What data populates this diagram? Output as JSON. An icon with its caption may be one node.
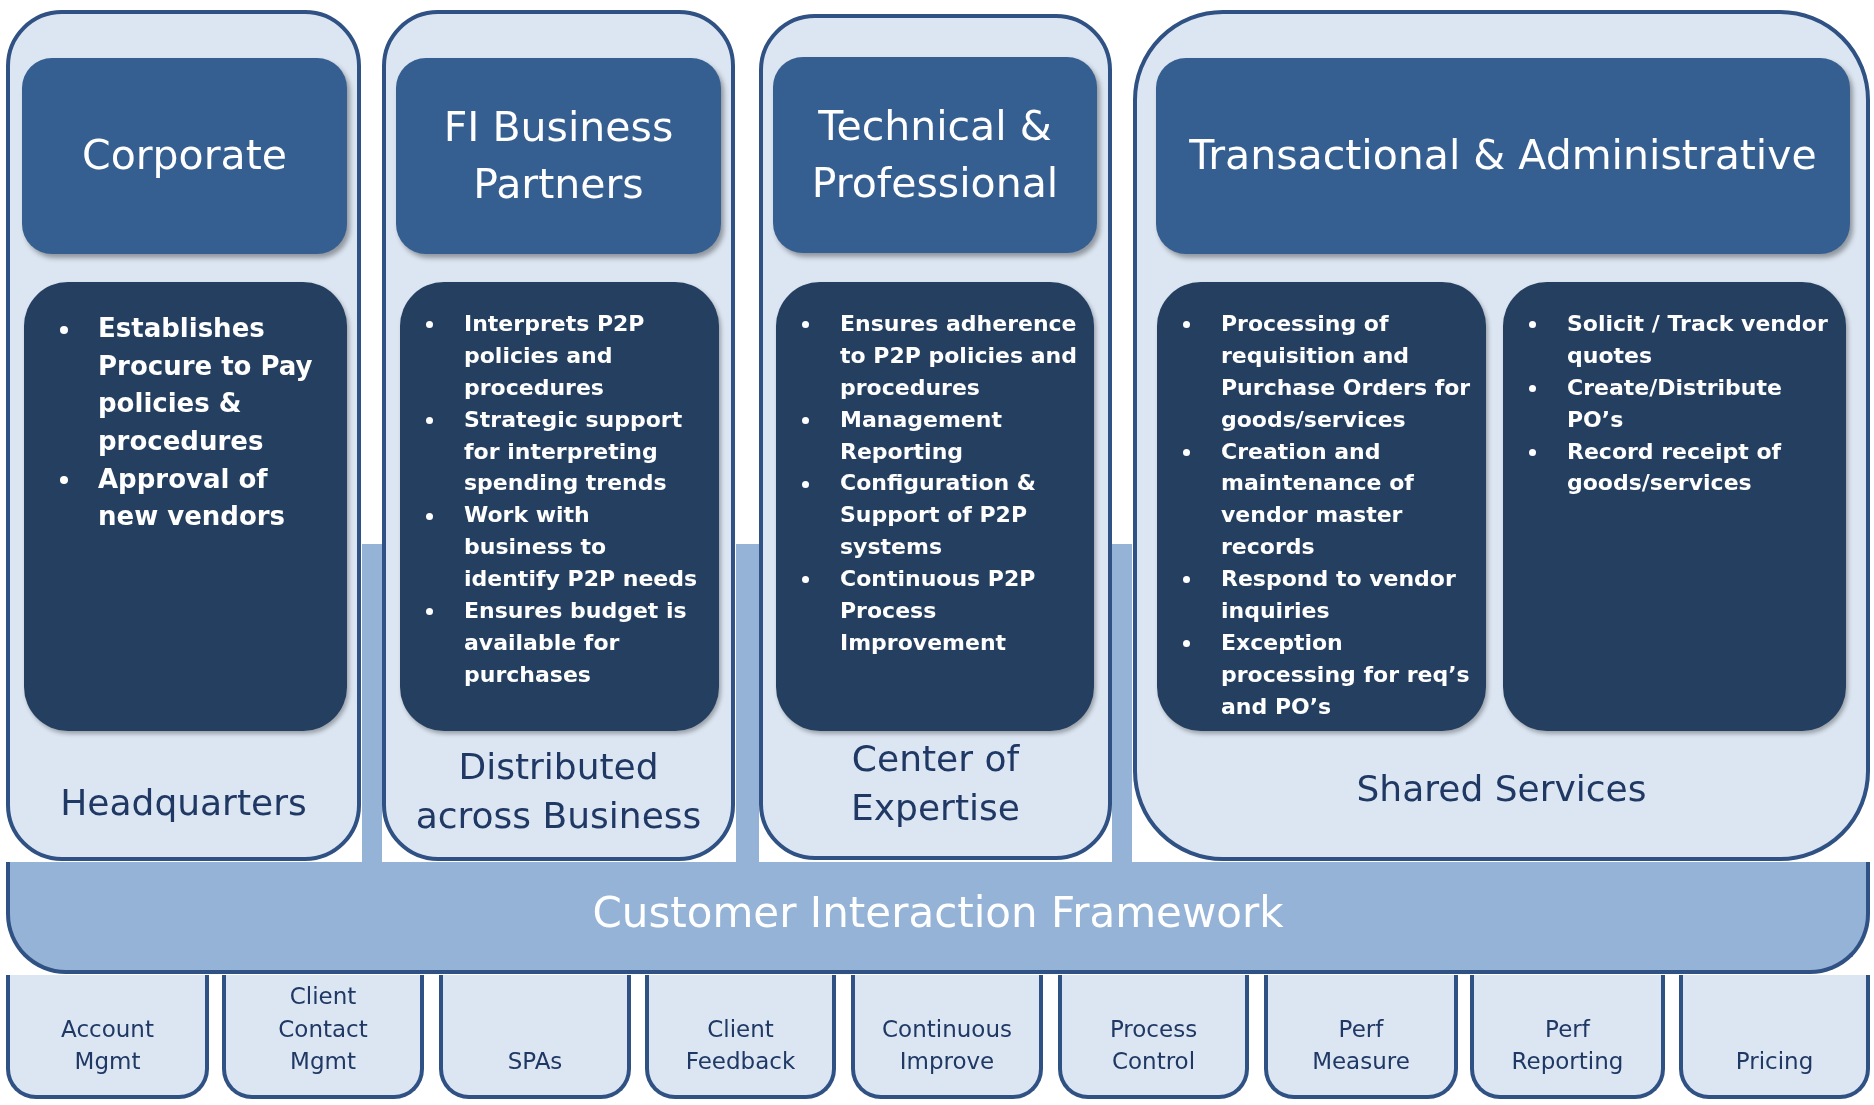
{
  "diagram": {
    "nodes": [
      {
        "text": [
          "Headquarters"
        ]
      },
      {
        "text": [
          "Corporate"
        ],
        "in": 0
      },
      {
        "text": [
          "Establishes Procure to Pay policies & procedures",
          "Approval of new vendors"
        ],
        "in": 0
      },
      {
        "text": [
          "Distributed across Business"
        ]
      },
      {
        "text": [
          "FI Business Partners"
        ],
        "in": 3
      },
      {
        "text": [
          "Interprets P2P policies and procedures",
          "Strategic support for interpreting spending trends",
          "Work with business to identify P2P needs",
          "Ensures budget is available for purchases"
        ],
        "in": 3
      },
      {
        "text": [
          "Center of Expertise"
        ]
      },
      {
        "text": [
          "Technical & Professional"
        ],
        "in": 6
      },
      {
        "text": [
          "Ensures adherence to P2P policies and procedures",
          "Management Reporting",
          "Configuration & Support of P2P systems",
          "Continuous P2P Process Improvement"
        ],
        "in": 6
      },
      {
        "text": [
          "Shared Services"
        ]
      },
      {
        "text": [
          "Transactional & Administrative"
        ],
        "in": 9
      },
      {
        "text": [
          "Processing of requisition and Purchase Orders for goods/services",
          "Creation and maintenance of vendor master records",
          "Respond to vendor inquiries",
          "Exception processing for req’s and PO’s"
        ],
        "in": 9
      },
      {
        "text": [
          "Solicit / Track vendor quotes",
          "Create/Distribute PO’s",
          "Record receipt of goods/services"
        ],
        "in": 9
      },
      {
        "text": [
          "Customer Interaction Framework"
        ]
      },
      {
        "text": [
          "Account Mgmt"
        ]
      },
      {
        "text": [
          "Client Contact Mgmt"
        ]
      },
      {
        "text": [
          "SPAs"
        ]
      },
      {
        "text": [
          "Client Feedback"
        ]
      },
      {
        "text": [
          "Continuous Improve"
        ]
      },
      {
        "text": [
          "Process Control"
        ]
      },
      {
        "text": [
          "Perf Measure"
        ]
      },
      {
        "text": [
          "Perf Reporting"
        ]
      },
      {
        "text": [
          "Pricing"
        ]
      }
    ],
    "edges": []
  }
}
